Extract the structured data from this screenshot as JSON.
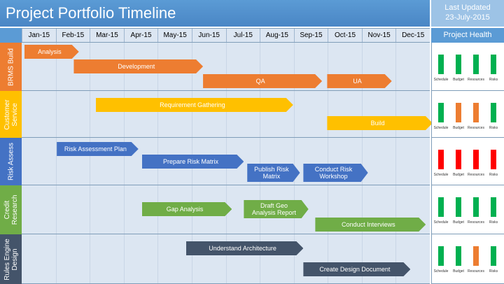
{
  "title": "Project Portfolio Timeline",
  "last_updated": {
    "label": "Last Updated",
    "date": "23-July-2015"
  },
  "months": [
    "Jan-15",
    "Feb-15",
    "Mar-15",
    "Apr-15",
    "May-15",
    "Jun-15",
    "Jul-15",
    "Aug-15",
    "Sep-15",
    "Oct-15",
    "Nov-15",
    "Dec-15"
  ],
  "health_header": "Project Health",
  "health_metrics": [
    "Schedule",
    "Budget",
    "Resources",
    "Risks"
  ],
  "colors": {
    "green": "#00b050",
    "orange": "#ed7d31",
    "red": "#ff0000",
    "header_blue": "#5b9bd5"
  },
  "rows": [
    {
      "label": "BRMS Build",
      "color": "#ed7d31",
      "health": [
        "green",
        "green",
        "green",
        "green"
      ],
      "tasks": [
        {
          "name": "Analysis",
          "start": 0.0,
          "end": 1.6
        },
        {
          "name": "Development",
          "start": 1.45,
          "end": 5.25
        },
        {
          "name": "QA",
          "start": 5.25,
          "end": 8.75
        },
        {
          "name": "UA",
          "start": 8.9,
          "end": 10.8
        }
      ]
    },
    {
      "label": "Customer\nService",
      "color": "#ffc000",
      "health": [
        "green",
        "orange",
        "orange",
        "green"
      ],
      "tasks": [
        {
          "name": "Requirement Gathering",
          "start": 2.1,
          "end": 7.9
        },
        {
          "name": "Build",
          "start": 8.9,
          "end": 12.0
        }
      ]
    },
    {
      "label": "Risk Assess",
      "color": "#4472c4",
      "health": [
        "red",
        "red",
        "red",
        "red"
      ],
      "tasks": [
        {
          "name": "Risk Assessment Plan",
          "start": 0.95,
          "end": 3.35
        },
        {
          "name": "Prepare Risk Matrix",
          "start": 3.45,
          "end": 6.45
        },
        {
          "name": "Publish Risk\nMatrix",
          "start": 6.55,
          "end": 8.1
        },
        {
          "name": "Conduct Risk\nWorkshop",
          "start": 8.2,
          "end": 10.1
        }
      ]
    },
    {
      "label": "Credit\nResearch",
      "color": "#70ad47",
      "health": [
        "green",
        "green",
        "green",
        "green"
      ],
      "tasks": [
        {
          "name": "Gap Analysis",
          "start": 3.45,
          "end": 6.1
        },
        {
          "name": "Draft Geo\nAnalysis Report",
          "start": 6.45,
          "end": 8.35
        },
        {
          "name": "Conduct Interviews",
          "start": 8.55,
          "end": 11.8
        }
      ]
    },
    {
      "label": "Rules Engine\nDesign",
      "color": "#44546a",
      "health": [
        "green",
        "green",
        "orange",
        "green"
      ],
      "tasks": [
        {
          "name": "Understand Architecture",
          "start": 4.75,
          "end": 8.2
        },
        {
          "name": "Create Design Document",
          "start": 8.2,
          "end": 11.35
        }
      ]
    }
  ]
}
